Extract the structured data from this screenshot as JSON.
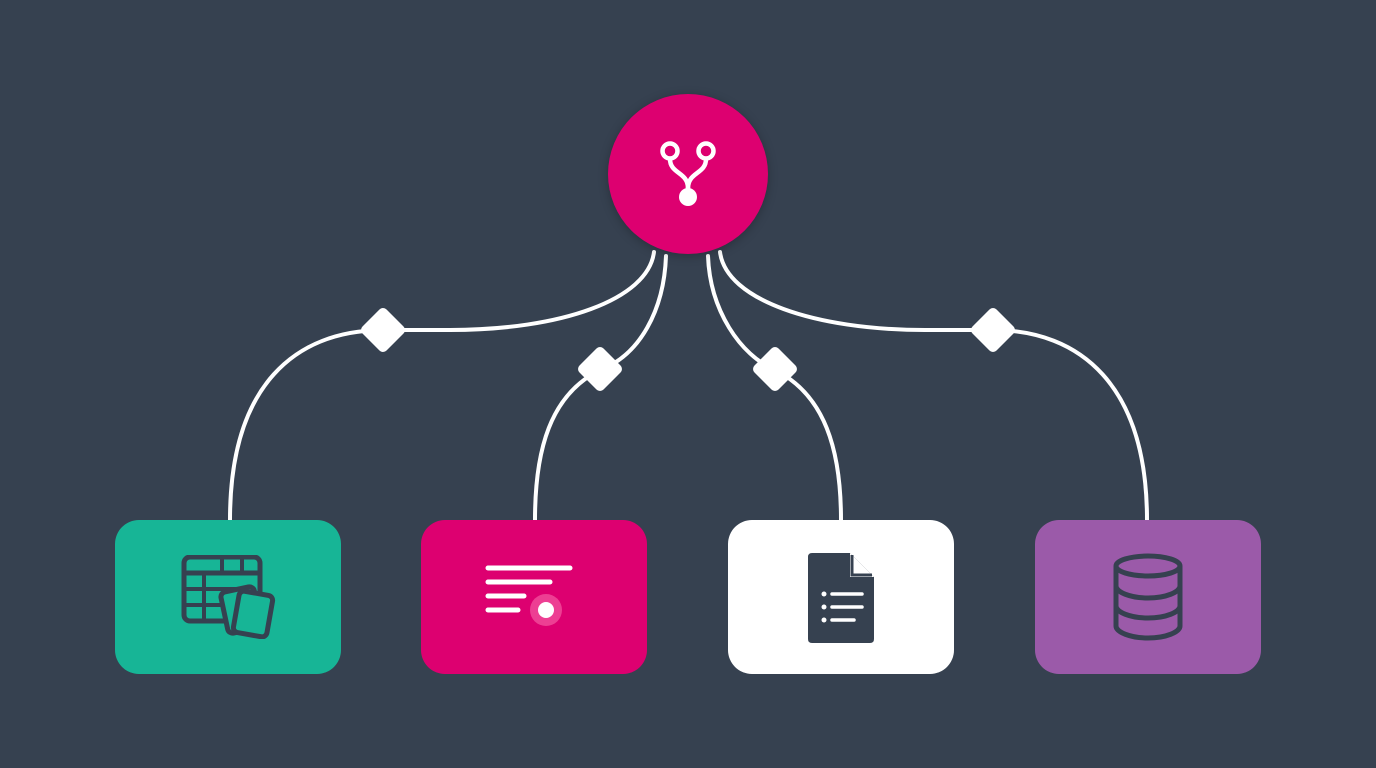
{
  "colors": {
    "background": "#364150",
    "connector": "#ffffff",
    "hub": "#dd0070",
    "spreadsheet": "#17b596",
    "form": "#dd0070",
    "document": "#ffffff",
    "database": "#9b5aa9",
    "icon_dark": "#364150"
  },
  "hub": {
    "icon": "git-fork-icon"
  },
  "nodes": [
    {
      "id": "spreadsheet",
      "icon": "spreadsheet-copy-icon",
      "color": "#17b596"
    },
    {
      "id": "form",
      "icon": "form-radio-icon",
      "color": "#dd0070"
    },
    {
      "id": "document",
      "icon": "document-list-icon",
      "color": "#ffffff"
    },
    {
      "id": "database",
      "icon": "database-icon",
      "color": "#9b5aa9"
    }
  ]
}
